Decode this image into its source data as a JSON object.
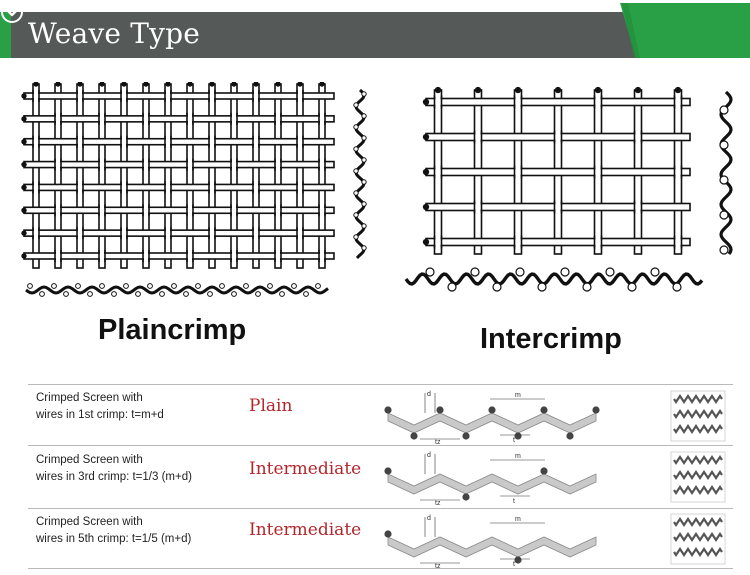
{
  "header": {
    "title": "Weave Type",
    "accent_color": "#2aa046",
    "bar_color": "#555a59",
    "icon": "chevron-down-circle-icon"
  },
  "weaves": [
    {
      "label": "Plaincrimp"
    },
    {
      "label": "Intercrimp"
    }
  ],
  "rows": [
    {
      "desc_line1": "Crimped Screen with",
      "desc_line2": "wires in 1st crimp: t=m+d",
      "type": "Plain",
      "dims": {
        "d": "d",
        "m": "m",
        "t": "t",
        "tz": "tz"
      }
    },
    {
      "desc_line1": "Crimped Screen with",
      "desc_line2": "wires in 3rd crimp: t=1/3 (m+d)",
      "type": "Intermediate",
      "dims": {
        "d": "d",
        "m": "m",
        "t": "t",
        "tz": "tz"
      }
    },
    {
      "desc_line1": "Crimped Screen with",
      "desc_line2": "wires in 5th crimp: t=1/5 (m+d)",
      "type": "Intermediate",
      "dims": {
        "d": "d",
        "m": "m",
        "t": "t",
        "tz": "tz"
      }
    }
  ],
  "colors": {
    "type_text": "#b3262b",
    "rule": "#b9b9b9"
  }
}
